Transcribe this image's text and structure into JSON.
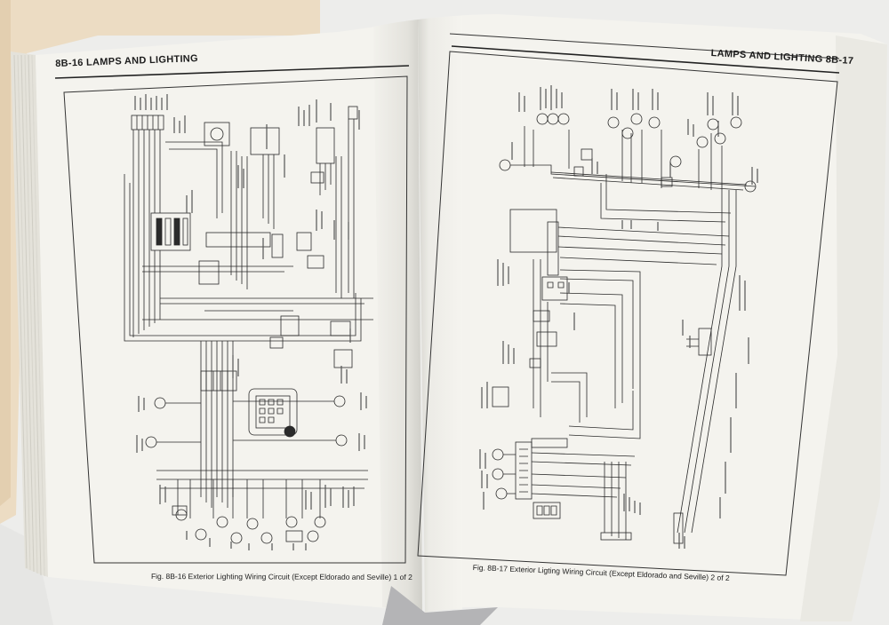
{
  "left_page": {
    "header": "8B-16  LAMPS AND LIGHTING",
    "caption": "Fig. 8B-16 Exterior Lighting Wiring Circuit (Except Eldorado and Seville) 1 of 2"
  },
  "right_page": {
    "header": "LAMPS AND LIGHTING  8B-17",
    "caption": "Fig. 8B-17 Exterior Ligting Wiring Circuit (Except Eldorado and Seville) 2 of 2"
  },
  "colors": {
    "background": "#ededeb",
    "paper": "#f4f3ee",
    "ink": "#2a2a2a",
    "folder": "#ecdcc3"
  }
}
